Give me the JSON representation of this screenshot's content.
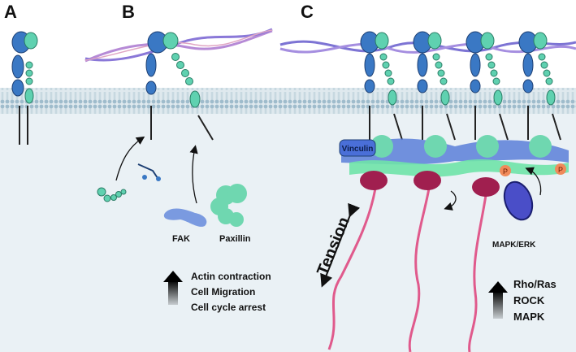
{
  "panels": {
    "a": "A",
    "b": "B",
    "c": "C"
  },
  "panel_b": {
    "fak_label": "FAK",
    "paxillin_label": "Paxillin",
    "effects": [
      "Actin contraction",
      "Cell Migration",
      "Cell cycle arrest"
    ]
  },
  "panel_c": {
    "vinculin_label": "Vinculin",
    "tension_label": "Tension",
    "mapk_erk_label": "MAPK/ERK",
    "phospho_label": "P",
    "signals": [
      "Rho/Ras",
      "ROCK",
      "MAPK"
    ]
  },
  "colors": {
    "integrin_alpha": "#3a78c4",
    "integrin_beta": "#5fd1b0",
    "fak": "#7a9ae0",
    "paxillin": "#6fd7b0",
    "talin": "#e05a8c",
    "vinculin": "#4a6fd8",
    "actin": "#8a6fc4",
    "membrane": "#a9c7d6",
    "cytoplasm": "#e9f0f4"
  }
}
